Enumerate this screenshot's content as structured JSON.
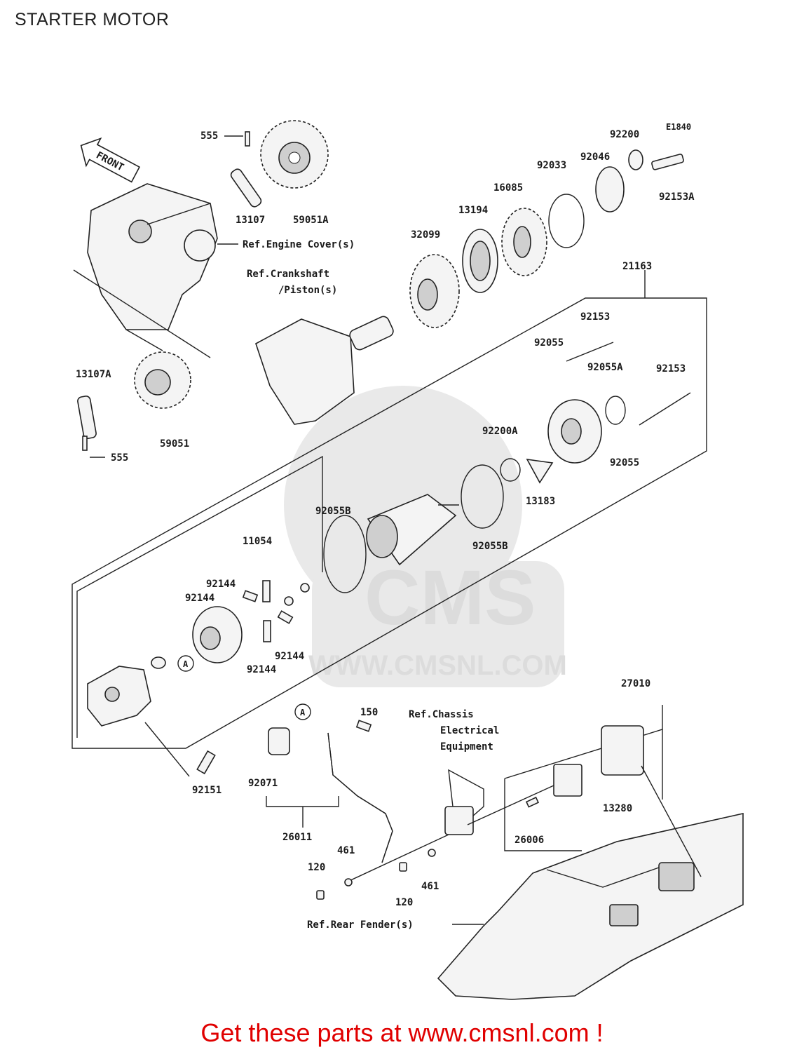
{
  "title": "STARTER MOTOR",
  "diagram_code": "E1840",
  "direction_label": "FRONT",
  "watermark": {
    "brand": "CMS",
    "url": "WWW.CMSNL.COM"
  },
  "labels": {
    "p555_top": "555",
    "p13107": "13107",
    "p59051A": "59051A",
    "ref_engine_cover": "Ref.Engine Cover(s)",
    "ref_crankshaft_1": "Ref.Crankshaft",
    "ref_crankshaft_2": "/Piston(s)",
    "p13107A": "13107A",
    "p59051": "59051",
    "p555_bot": "555",
    "p32099": "32099",
    "p13194": "13194",
    "p16085": "16085",
    "p92033": "92033",
    "p92046": "92046",
    "p92200": "92200",
    "p92153A": "92153A",
    "p21163": "21163",
    "p92153_a": "92153",
    "p92055_a": "92055",
    "p92055A": "92055A",
    "p92153_b": "92153",
    "p92200A": "92200A",
    "p92055_b": "92055",
    "p13183": "13183",
    "p92055B_a": "92055B",
    "p92055B_b": "92055B",
    "p11054": "11054",
    "p92144_a": "92144",
    "p92144_b": "92144",
    "p92144_c": "92144",
    "p92144_d": "92144",
    "marker_a1": "A",
    "marker_a2": "A",
    "p92151": "92151",
    "p150": "150",
    "p92071": "92071",
    "p26011": "26011",
    "ref_chassis_1": "Ref.Chassis",
    "ref_chassis_2": "Electrical",
    "ref_chassis_3": "Equipment",
    "p27010": "27010",
    "p13280": "13280",
    "p26006": "26006",
    "p461_a": "461",
    "p461_b": "461",
    "p120_a": "120",
    "p120_b": "120",
    "ref_rear_fender": "Ref.Rear Fender(s)"
  },
  "footer": "Get these parts at www.cmsnl.com !",
  "colors": {
    "footer": "#e00000",
    "line": "#222222",
    "watermark": "#e9e9e9"
  }
}
